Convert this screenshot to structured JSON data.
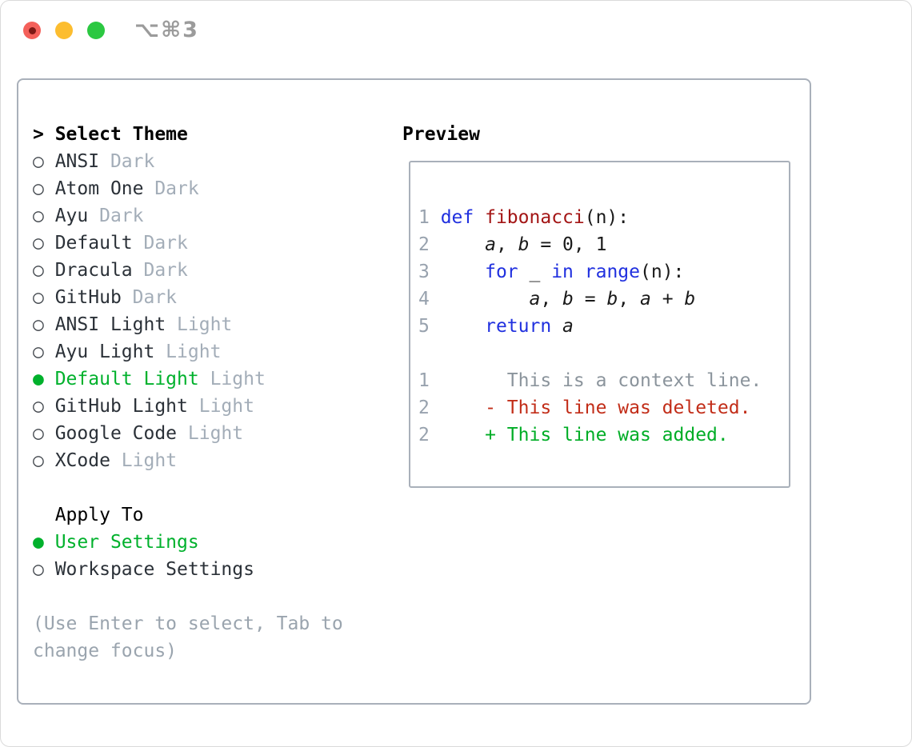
{
  "titlebar": {
    "label": "⌥⌘3"
  },
  "icons": {
    "radio_unselected": "○",
    "radio_selected": "●",
    "focus_caret": ">"
  },
  "colors": {
    "selection_green": "#00b12c",
    "added_green": "#00ad26",
    "deleted_red": "#c22d18",
    "keyword_blue": "#2030df",
    "function_red": "#a31515",
    "muted_gray": "#a3adb8",
    "line_number_gray": "#98a2ae",
    "panel_border": "#a9b0ba",
    "traffic_close": "#f4605a",
    "traffic_minimize": "#fcbd2f",
    "traffic_zoom": "#2bc841"
  },
  "theme_list": {
    "header_prefix": "> ",
    "header": "Select Theme",
    "items": [
      {
        "name": "ANSI",
        "variant": "Dark",
        "selected": false
      },
      {
        "name": "Atom One",
        "variant": "Dark",
        "selected": false
      },
      {
        "name": "Ayu",
        "variant": "Dark",
        "selected": false
      },
      {
        "name": "Default",
        "variant": "Dark",
        "selected": false
      },
      {
        "name": "Dracula",
        "variant": "Dark",
        "selected": false
      },
      {
        "name": "GitHub",
        "variant": "Dark",
        "selected": false
      },
      {
        "name": "ANSI Light",
        "variant": "Light",
        "selected": false
      },
      {
        "name": "Ayu Light",
        "variant": "Light",
        "selected": false
      },
      {
        "name": "Default Light",
        "variant": "Light",
        "selected": true
      },
      {
        "name": "GitHub Light",
        "variant": "Light",
        "selected": false
      },
      {
        "name": "Google Code",
        "variant": "Light",
        "selected": false
      },
      {
        "name": "XCode",
        "variant": "Light",
        "selected": false
      }
    ]
  },
  "apply_to": {
    "header": "Apply To",
    "options": [
      {
        "label": "User Settings",
        "selected": true
      },
      {
        "label": "Workspace Settings",
        "selected": false
      }
    ]
  },
  "help": {
    "line1": "(Use Enter to select, Tab to",
    "line2": "change focus)"
  },
  "preview": {
    "header": "Preview",
    "lines": [
      {
        "num": "",
        "segments": []
      },
      {
        "num": "1",
        "segments": [
          [
            "kw",
            "def"
          ],
          [
            "txt",
            " "
          ],
          [
            "fn",
            "fibonacci"
          ],
          [
            "txt",
            "(n):"
          ]
        ]
      },
      {
        "num": "2",
        "segments": [
          [
            "txt",
            "    "
          ],
          [
            "var",
            "a"
          ],
          [
            "txt",
            ", "
          ],
          [
            "var",
            "b"
          ],
          [
            "txt",
            " = 0, 1"
          ]
        ]
      },
      {
        "num": "3",
        "segments": [
          [
            "txt",
            "    "
          ],
          [
            "kw",
            "for"
          ],
          [
            "txt",
            " _ "
          ],
          [
            "kw",
            "in"
          ],
          [
            "txt",
            " "
          ],
          [
            "kw",
            "range"
          ],
          [
            "txt",
            "(n):"
          ]
        ]
      },
      {
        "num": "4",
        "segments": [
          [
            "txt",
            "        "
          ],
          [
            "var",
            "a"
          ],
          [
            "txt",
            ", "
          ],
          [
            "var",
            "b"
          ],
          [
            "txt",
            " = "
          ],
          [
            "var",
            "b"
          ],
          [
            "txt",
            ", "
          ],
          [
            "var",
            "a"
          ],
          [
            "txt",
            " + "
          ],
          [
            "var",
            "b"
          ]
        ]
      },
      {
        "num": "5",
        "segments": [
          [
            "txt",
            "    "
          ],
          [
            "kw",
            "return"
          ],
          [
            "txt",
            " "
          ],
          [
            "var",
            "a"
          ]
        ]
      },
      {
        "num": "",
        "segments": []
      },
      {
        "num": "1",
        "segments": [
          [
            "ctx",
            "      This is a context line."
          ]
        ]
      },
      {
        "num": "2",
        "segments": [
          [
            "del",
            "    - This line was deleted."
          ]
        ]
      },
      {
        "num": "2",
        "segments": [
          [
            "add",
            "    + This line was added."
          ]
        ]
      }
    ]
  }
}
